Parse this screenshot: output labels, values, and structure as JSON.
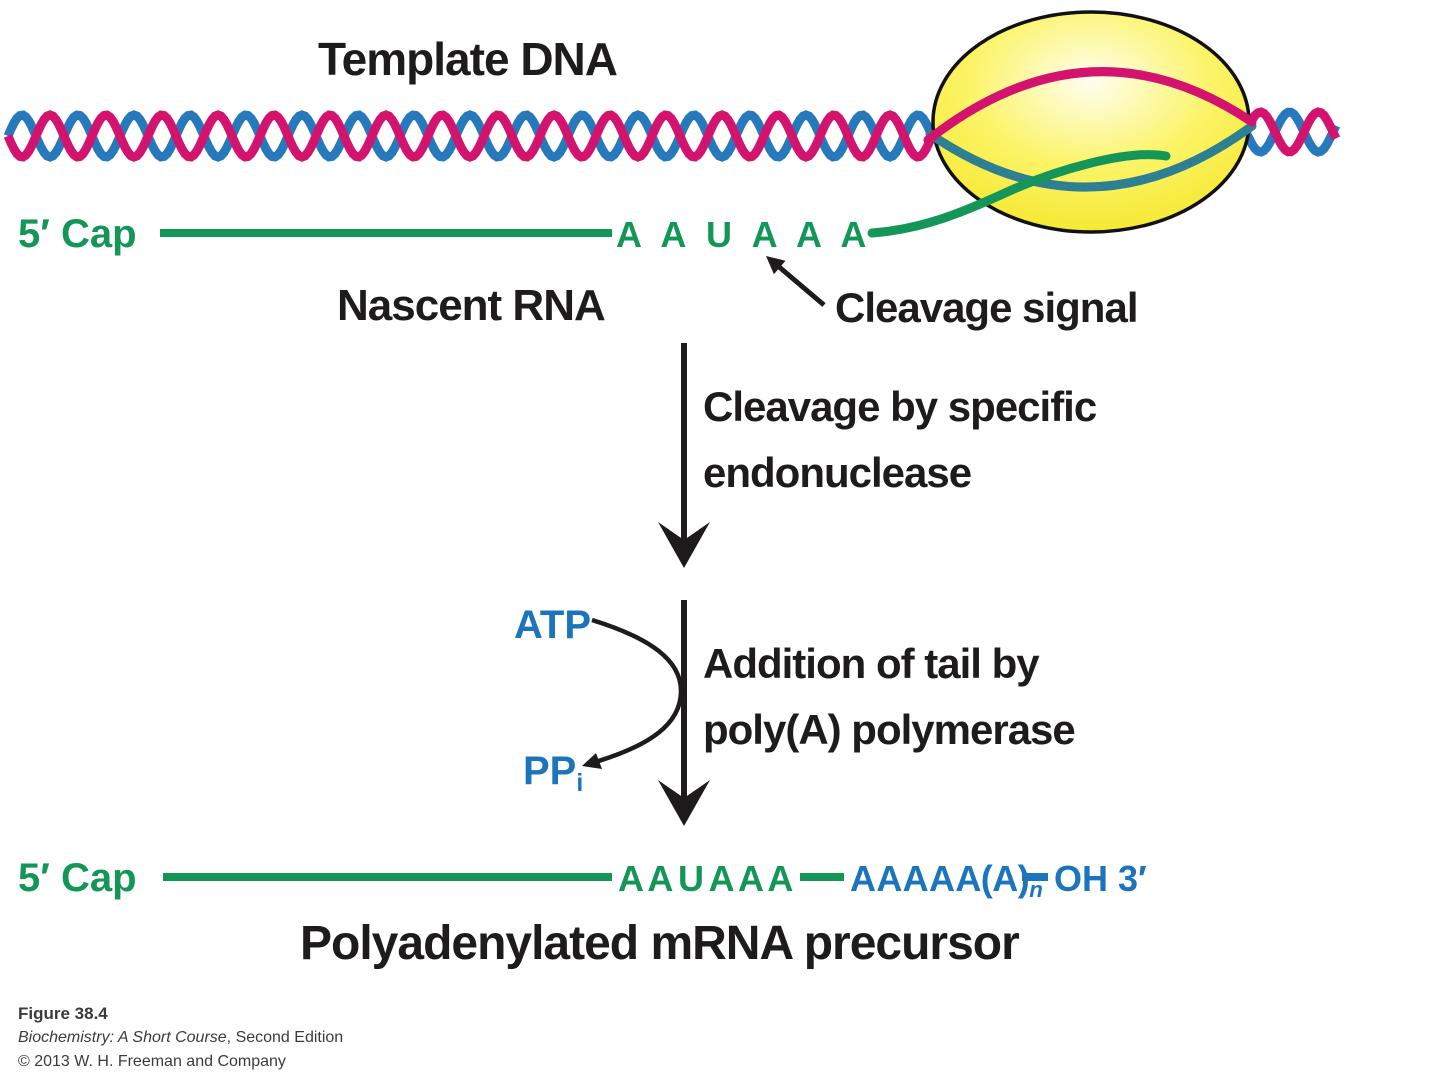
{
  "figure": {
    "template_dna_label": "Template DNA",
    "nascent_rna_label": "Nascent RNA",
    "cleavage_signal_label": "Cleavage signal",
    "step1_label": "Cleavage by specific endonuclease",
    "step2_label": "Addition of tail by poly(A) polymerase",
    "atp_label": "ATP",
    "pp_label": "PP",
    "pp_sub": "i",
    "product_label": "Polyadenylated mRNA precursor"
  },
  "top_rna": {
    "cap": "5′ Cap",
    "signal_sequence": "A A U A A A"
  },
  "bottom_rna": {
    "cap": "5′ Cap",
    "signal_sequence": "A A U A A A",
    "poly_a": "A A A A A(A)",
    "poly_a_sub": "n",
    "end": "OH 3′"
  },
  "caption": {
    "figure_number": "Figure 38.4",
    "book_title": "Biochemistry: A Short Course",
    "edition": ", Second Edition",
    "copyright": "© 2013 W. H. Freeman and Company"
  },
  "colors": {
    "rna_green": "#149658",
    "dna_pink": "#d3136e",
    "dna_blue": "#2679bd",
    "template_teal": "#2f7f93",
    "blue_text": "#1b74bc",
    "polymerase_yellow": "#f6e71f",
    "ink_black": "#1e1b1c"
  }
}
